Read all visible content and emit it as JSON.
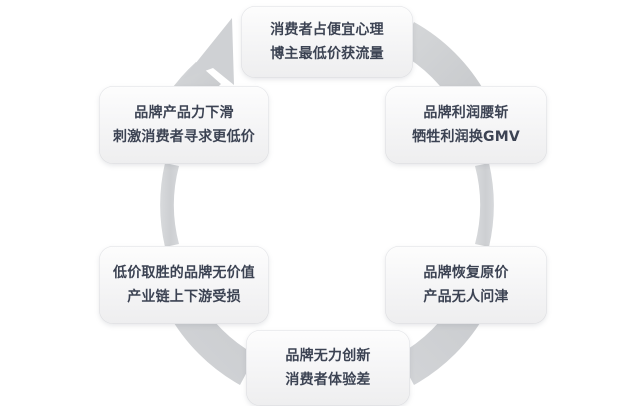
{
  "diagram": {
    "type": "cycle",
    "direction": "clockwise",
    "background_color": "#ffffff",
    "ring_color": "#cfd1d4",
    "box_text_color": "#3c4353",
    "box_fill_color": "#f5f5f6",
    "nodes": [
      {
        "id": "node-top",
        "position": "top",
        "line1": "消费者占便宜心理",
        "line2": "博主最低价获流量"
      },
      {
        "id": "node-right-up",
        "position": "upper-right",
        "line1": "品牌利润腰斩",
        "line2": "牺牲利润换GMV"
      },
      {
        "id": "node-right-dn",
        "position": "lower-right",
        "line1": "品牌恢复原价",
        "line2": "产品无人问津"
      },
      {
        "id": "node-bottom",
        "position": "bottom",
        "line1": "品牌无力创新",
        "line2": "消费者体验差"
      },
      {
        "id": "node-left-dn",
        "position": "lower-left",
        "line1": "低价取胜的品牌无价值",
        "line2": "产业链上下游受损"
      },
      {
        "id": "node-left-up",
        "position": "upper-left",
        "line1": "品牌产品力下滑",
        "line2": "刺激消费者寻求更低价"
      }
    ],
    "arrows": [
      {
        "id": "arrow-to-top",
        "from": "node-left-up",
        "to": "node-top",
        "shape": "arrowhead",
        "direction": "up-right"
      }
    ]
  }
}
